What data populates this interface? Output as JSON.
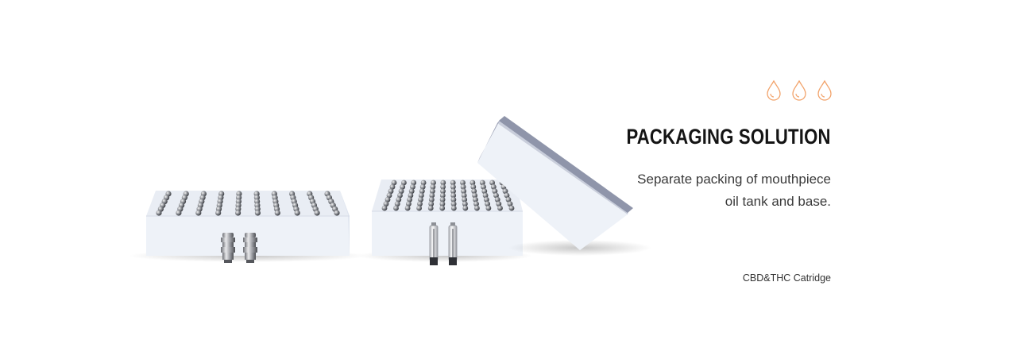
{
  "section": {
    "title": "PACKAGING SOLUTION",
    "description_line1": "Separate packing of mouthpiece",
    "description_line2": "oil tank and base.",
    "caption": "CBD&THC Catridge"
  },
  "icons": [
    "droplet-icon",
    "droplet-icon",
    "droplet-icon"
  ],
  "colors": {
    "accent": "#f2a36b",
    "title": "#141414",
    "text": "#3a3a3a",
    "box_face": "#eef2f8",
    "box_side": "#dfe5ef",
    "lid_side": "#9ea3b7"
  }
}
